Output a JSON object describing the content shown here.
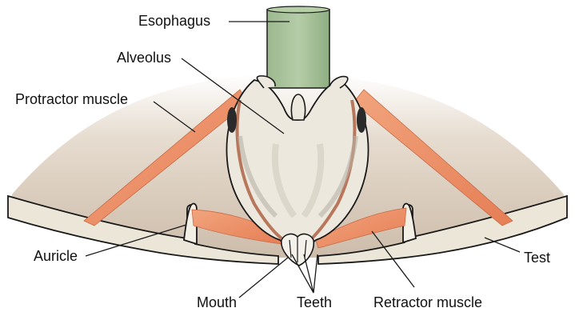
{
  "labels": {
    "esophagus": "Esophagus",
    "alveolus": "Alveolus",
    "protractor_muscle": "Protractor muscle",
    "auricle": "Auricle",
    "mouth": "Mouth",
    "teeth": "Teeth",
    "retractor_muscle": "Retractor muscle",
    "test": "Test"
  },
  "colors": {
    "background": "#ffffff",
    "test_shading": "#d6c7b6",
    "test_wall": "#e9e4d6",
    "esophagus": "#a9c39c",
    "ossicle": "#ebe7de",
    "muscle": "#ec9168",
    "outline": "#1a1a1a"
  }
}
